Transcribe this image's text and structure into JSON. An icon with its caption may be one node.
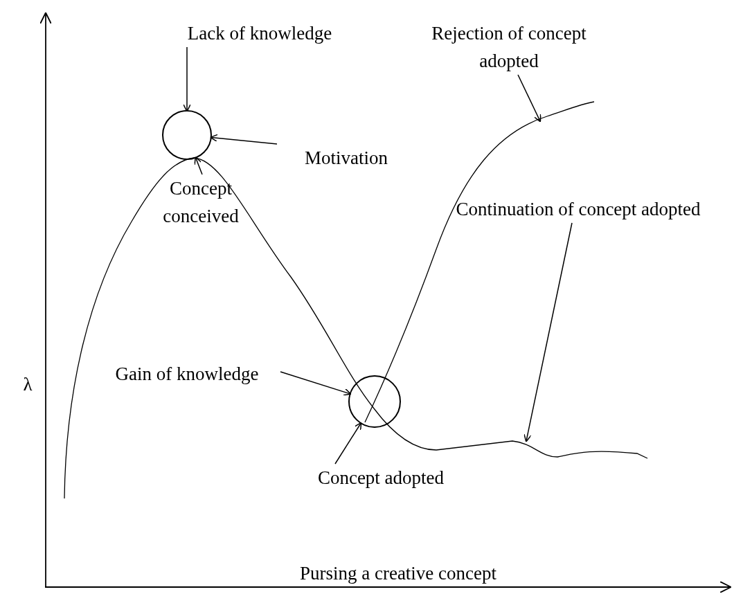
{
  "diagram": {
    "nodes": [
      {
        "text": [
          "Lack of knowledge"
        ]
      },
      {
        "text": [],
        "shape": "circle"
      },
      {
        "text": [
          "Motivation"
        ]
      },
      {
        "text": [
          "Concept conceived"
        ]
      },
      {
        "text": [
          "Rejection of concept adopted"
        ]
      },
      {
        "text": [
          "Continuation of concept adopted"
        ]
      },
      {
        "text": [
          "Gain of knowledge"
        ]
      },
      {
        "text": [],
        "shape": "circle"
      },
      {
        "text": [
          "Concept adopted"
        ]
      }
    ],
    "edges": [
      {
        "from": 0,
        "to": 1,
        "arrow": "to"
      },
      {
        "from": 2,
        "to": 1,
        "arrow": "to"
      },
      {
        "from": 3,
        "to": 1,
        "arrow": "to"
      },
      {
        "from": 4,
        "to": null,
        "arrow": "to"
      },
      {
        "from": 5,
        "to": null,
        "arrow": "to"
      },
      {
        "from": 6,
        "to": 7,
        "arrow": "to"
      },
      {
        "from": 8,
        "to": 7,
        "arrow": "to"
      }
    ],
    "labels": [
      "λ",
      "Pursing a creative concept"
    ]
  }
}
